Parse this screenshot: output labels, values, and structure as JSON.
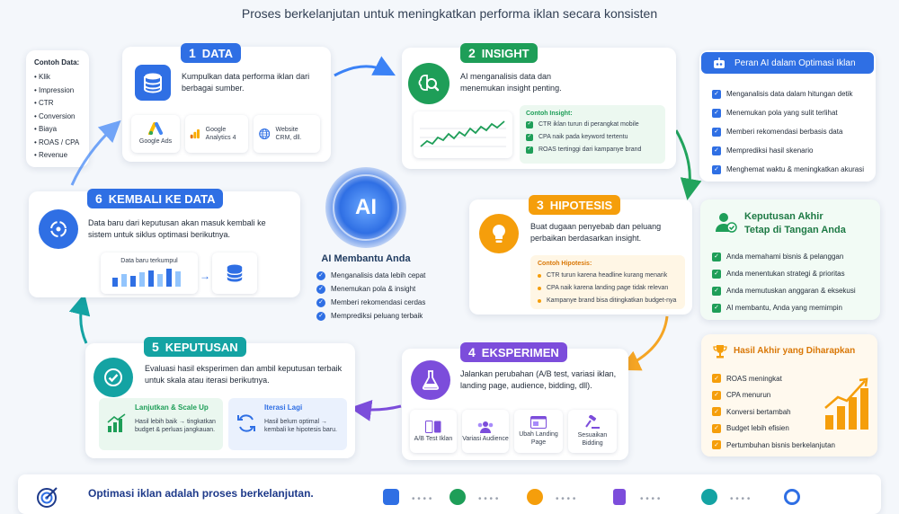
{
  "header": {
    "subtitle": "Proses berkelanjutan untuk meningkatkan performa iklan secara konsisten"
  },
  "contoh_data": {
    "title": "Contoh Data:",
    "items": [
      "Klik",
      "Impression",
      "CTR",
      "Conversion",
      "Biaya",
      "ROAS / CPA",
      "Revenue"
    ]
  },
  "steps": {
    "data": {
      "num": "1",
      "label": "DATA",
      "desc": "Kumpulkan data performa iklan dari berbagai sumber.",
      "sources": [
        "Google Ads",
        "Google Analytics 4",
        "Website CRM, dll."
      ]
    },
    "insight": {
      "num": "2",
      "label": "INSIGHT",
      "desc": "AI menganalisis data dan menemukan insight penting.",
      "examples_title": "Contoh Insight:",
      "examples": [
        "CTR iklan turun di perangkat mobile",
        "CPA naik pada keyword tertentu",
        "ROAS tertinggi dari kampanye brand"
      ]
    },
    "hipotesis": {
      "num": "3",
      "label": "HIPOTESIS",
      "desc": "Buat dugaan penyebab dan peluang perbaikan berdasarkan insight.",
      "examples_title": "Contoh Hipotesis:",
      "examples": [
        "CTR turun karena headline kurang menarik",
        "CPA naik karena landing page tidak relevan",
        "Kampanye brand bisa ditingkatkan budget-nya"
      ]
    },
    "eksperimen": {
      "num": "4",
      "label": "EKSPERIMEN",
      "desc": "Jalankan perubahan (A/B test, variasi iklan, landing page, audience, bidding, dll).",
      "options": [
        "A/B Test Iklan",
        "Variasi Audience",
        "Ubah Landing Page",
        "Sesuaikan Bidding"
      ]
    },
    "keputusan": {
      "num": "5",
      "label": "KEPUTUSAN",
      "desc": "Evaluasi hasil eksperimen dan ambil keputusan terbaik untuk skala atau iterasi berikutnya.",
      "lanjutkan_title": "Lanjutkan & Scale Up",
      "lanjutkan_desc": "Hasil lebih baik → tingkatkan budget & perluas jangkauan.",
      "iterasi_title": "Iterasi Lagi",
      "iterasi_desc": "Hasil belum optimal → kembali ke hipotesis baru."
    },
    "kembali": {
      "num": "6",
      "label": "KEMBALI KE DATA",
      "desc": "Data baru dari keputusan akan masuk kembali ke sistem untuk siklus optimasi berikutnya.",
      "chart_label": "Data baru terkumpul"
    }
  },
  "ai_center": {
    "icon_text": "AI",
    "title": "AI Membantu Anda",
    "items": [
      "Menganalisis data lebih cepat",
      "Menemukan pola & insight",
      "Memberi rekomendasi cerdas",
      "Memprediksi peluang terbaik"
    ]
  },
  "peran_ai": {
    "title": "Peran AI dalam Optimasi Iklan",
    "items": [
      "Menganalisis data dalam hitungan detik",
      "Menemukan pola yang sulit terlihat",
      "Memberi rekomendasi berbasis data",
      "Memprediksi hasil skenario",
      "Menghemat waktu & meningkatkan akurasi"
    ]
  },
  "keputusan_akhir": {
    "title_line1": "Keputusan Akhir",
    "title_line2": "Tetap di Tangan Anda",
    "items": [
      "Anda memahami bisnis & pelanggan",
      "Anda menentukan strategi & prioritas",
      "Anda memutuskan anggaran & eksekusi",
      "AI membantu, Anda yang memimpin"
    ]
  },
  "hasil_akhir": {
    "title": "Hasil Akhir yang Diharapkan",
    "items": [
      "ROAS meningkat",
      "CPA menurun",
      "Konversi bertambah",
      "Budget lebih efisien",
      "Pertumbuhan bisnis berkelanjutan"
    ]
  },
  "footer": {
    "text": "Optimasi iklan adalah proses berkelanjutan."
  },
  "colors": {
    "blue": "#2f6fe4",
    "green": "#1e9e58",
    "orange": "#f59e0b",
    "purple": "#7c4ddb",
    "teal": "#14a3a3"
  }
}
